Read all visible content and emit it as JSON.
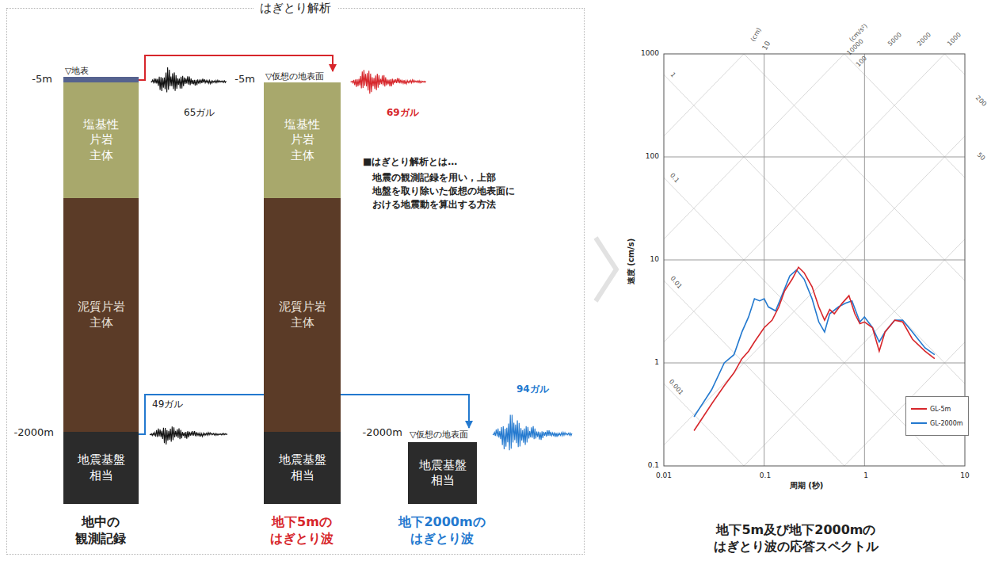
{
  "diagram": {
    "caption": "地下5m及び地下2000mの はぎとり波の応答スペクトル",
    "nodes": [
      {
        "text": [
          "はぎとり解析"
        ]
      },
      {
        "text": [
          "▽地表"
        ],
        "in": 0
      },
      {
        "text": [
          "塩基性 片岩 主体"
        ],
        "in": 0
      },
      {
        "text": [
          "泥質片岩 主体"
        ],
        "in": 0
      },
      {
        "text": [
          "地震基盤 相当"
        ],
        "in": 0
      },
      {
        "text": [
          "▽仮想の地表面",
          "塩基性 片岩 主体"
        ],
        "in": 0
      },
      {
        "text": [
          "泥質片岩 主体"
        ],
        "in": 0
      },
      {
        "text": [
          "地震基盤 相当"
        ],
        "in": 0
      },
      {
        "text": [
          "▽仮想の地表面",
          "地震基盤 相当"
        ],
        "in": 0
      }
    ],
    "edges": [
      {
        "from": 1,
        "to": 5,
        "arrow": "to"
      },
      {
        "from": 4,
        "to": 8,
        "arrow": "to"
      }
    ],
    "labels": [
      "-5m",
      "65ガル",
      "-5m",
      "69ガル",
      "■はぎとり解析とは…",
      "地震の観測記録を用い，上部 地盤を取り除いた仮想の地表面に おける地震動を算出する方法",
      "49ガル",
      "-2000m",
      "94ガル",
      "-2000m",
      "地中の 観測記録",
      "地下5mの はぎとり波",
      "地下2000mの はぎとり波",
      "1000",
      "100",
      "10",
      "1",
      "0.1",
      "0.01",
      "0.1",
      "1",
      "10",
      "速度 (cm/s)",
      "周期 (秒)",
      "(cm)",
      "10",
      "(cm/s²)",
      "10000",
      "100",
      "5000",
      "2000",
      "1000",
      "1",
      "0.1",
      "0.01",
      "0.001",
      "200",
      "50"
    ],
    "legend": [
      {
        "text": "GL-5m"
      },
      {
        "text": "GL-2000m"
      }
    ]
  }
}
